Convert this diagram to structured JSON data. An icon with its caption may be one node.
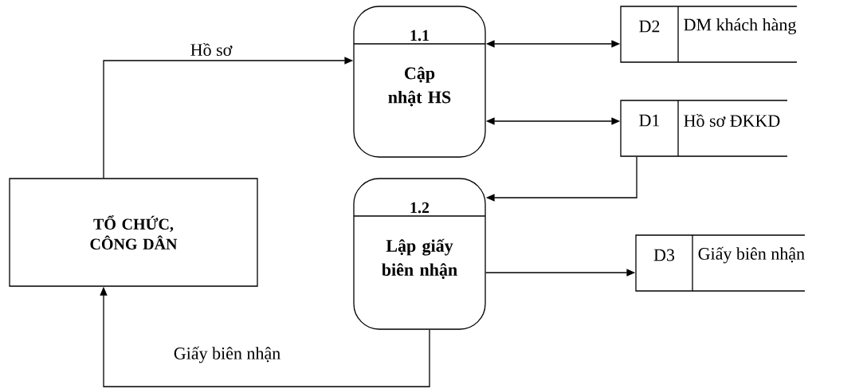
{
  "diagram": {
    "nodes": [
      {
        "text": [
          "TỔ CHỨC, CÔNG DÂN"
        ]
      },
      {
        "text": [
          "1.1",
          "Cập nhật HS"
        ]
      },
      {
        "text": [
          "1.2",
          "Lập giấy biên nhận"
        ]
      },
      {
        "text": [
          "D2",
          "DM khách hàng"
        ]
      },
      {
        "text": [
          "D1",
          "Hồ sơ ĐKKD"
        ]
      },
      {
        "text": [
          "D3",
          "Giấy biên nhận"
        ]
      }
    ],
    "edges": [
      {
        "from": 0,
        "to": 1,
        "arrow": "to",
        "label": "Hồ sơ"
      },
      {
        "from": 1,
        "to": 3,
        "arrow": "both"
      },
      {
        "from": 1,
        "to": 4,
        "arrow": "both"
      },
      {
        "from": 4,
        "to": 2,
        "arrow": "to"
      },
      {
        "from": 2,
        "to": 5,
        "arrow": "to"
      },
      {
        "from": 2,
        "to": 0,
        "arrow": "to",
        "label": "Giấy biên nhận"
      }
    ]
  }
}
